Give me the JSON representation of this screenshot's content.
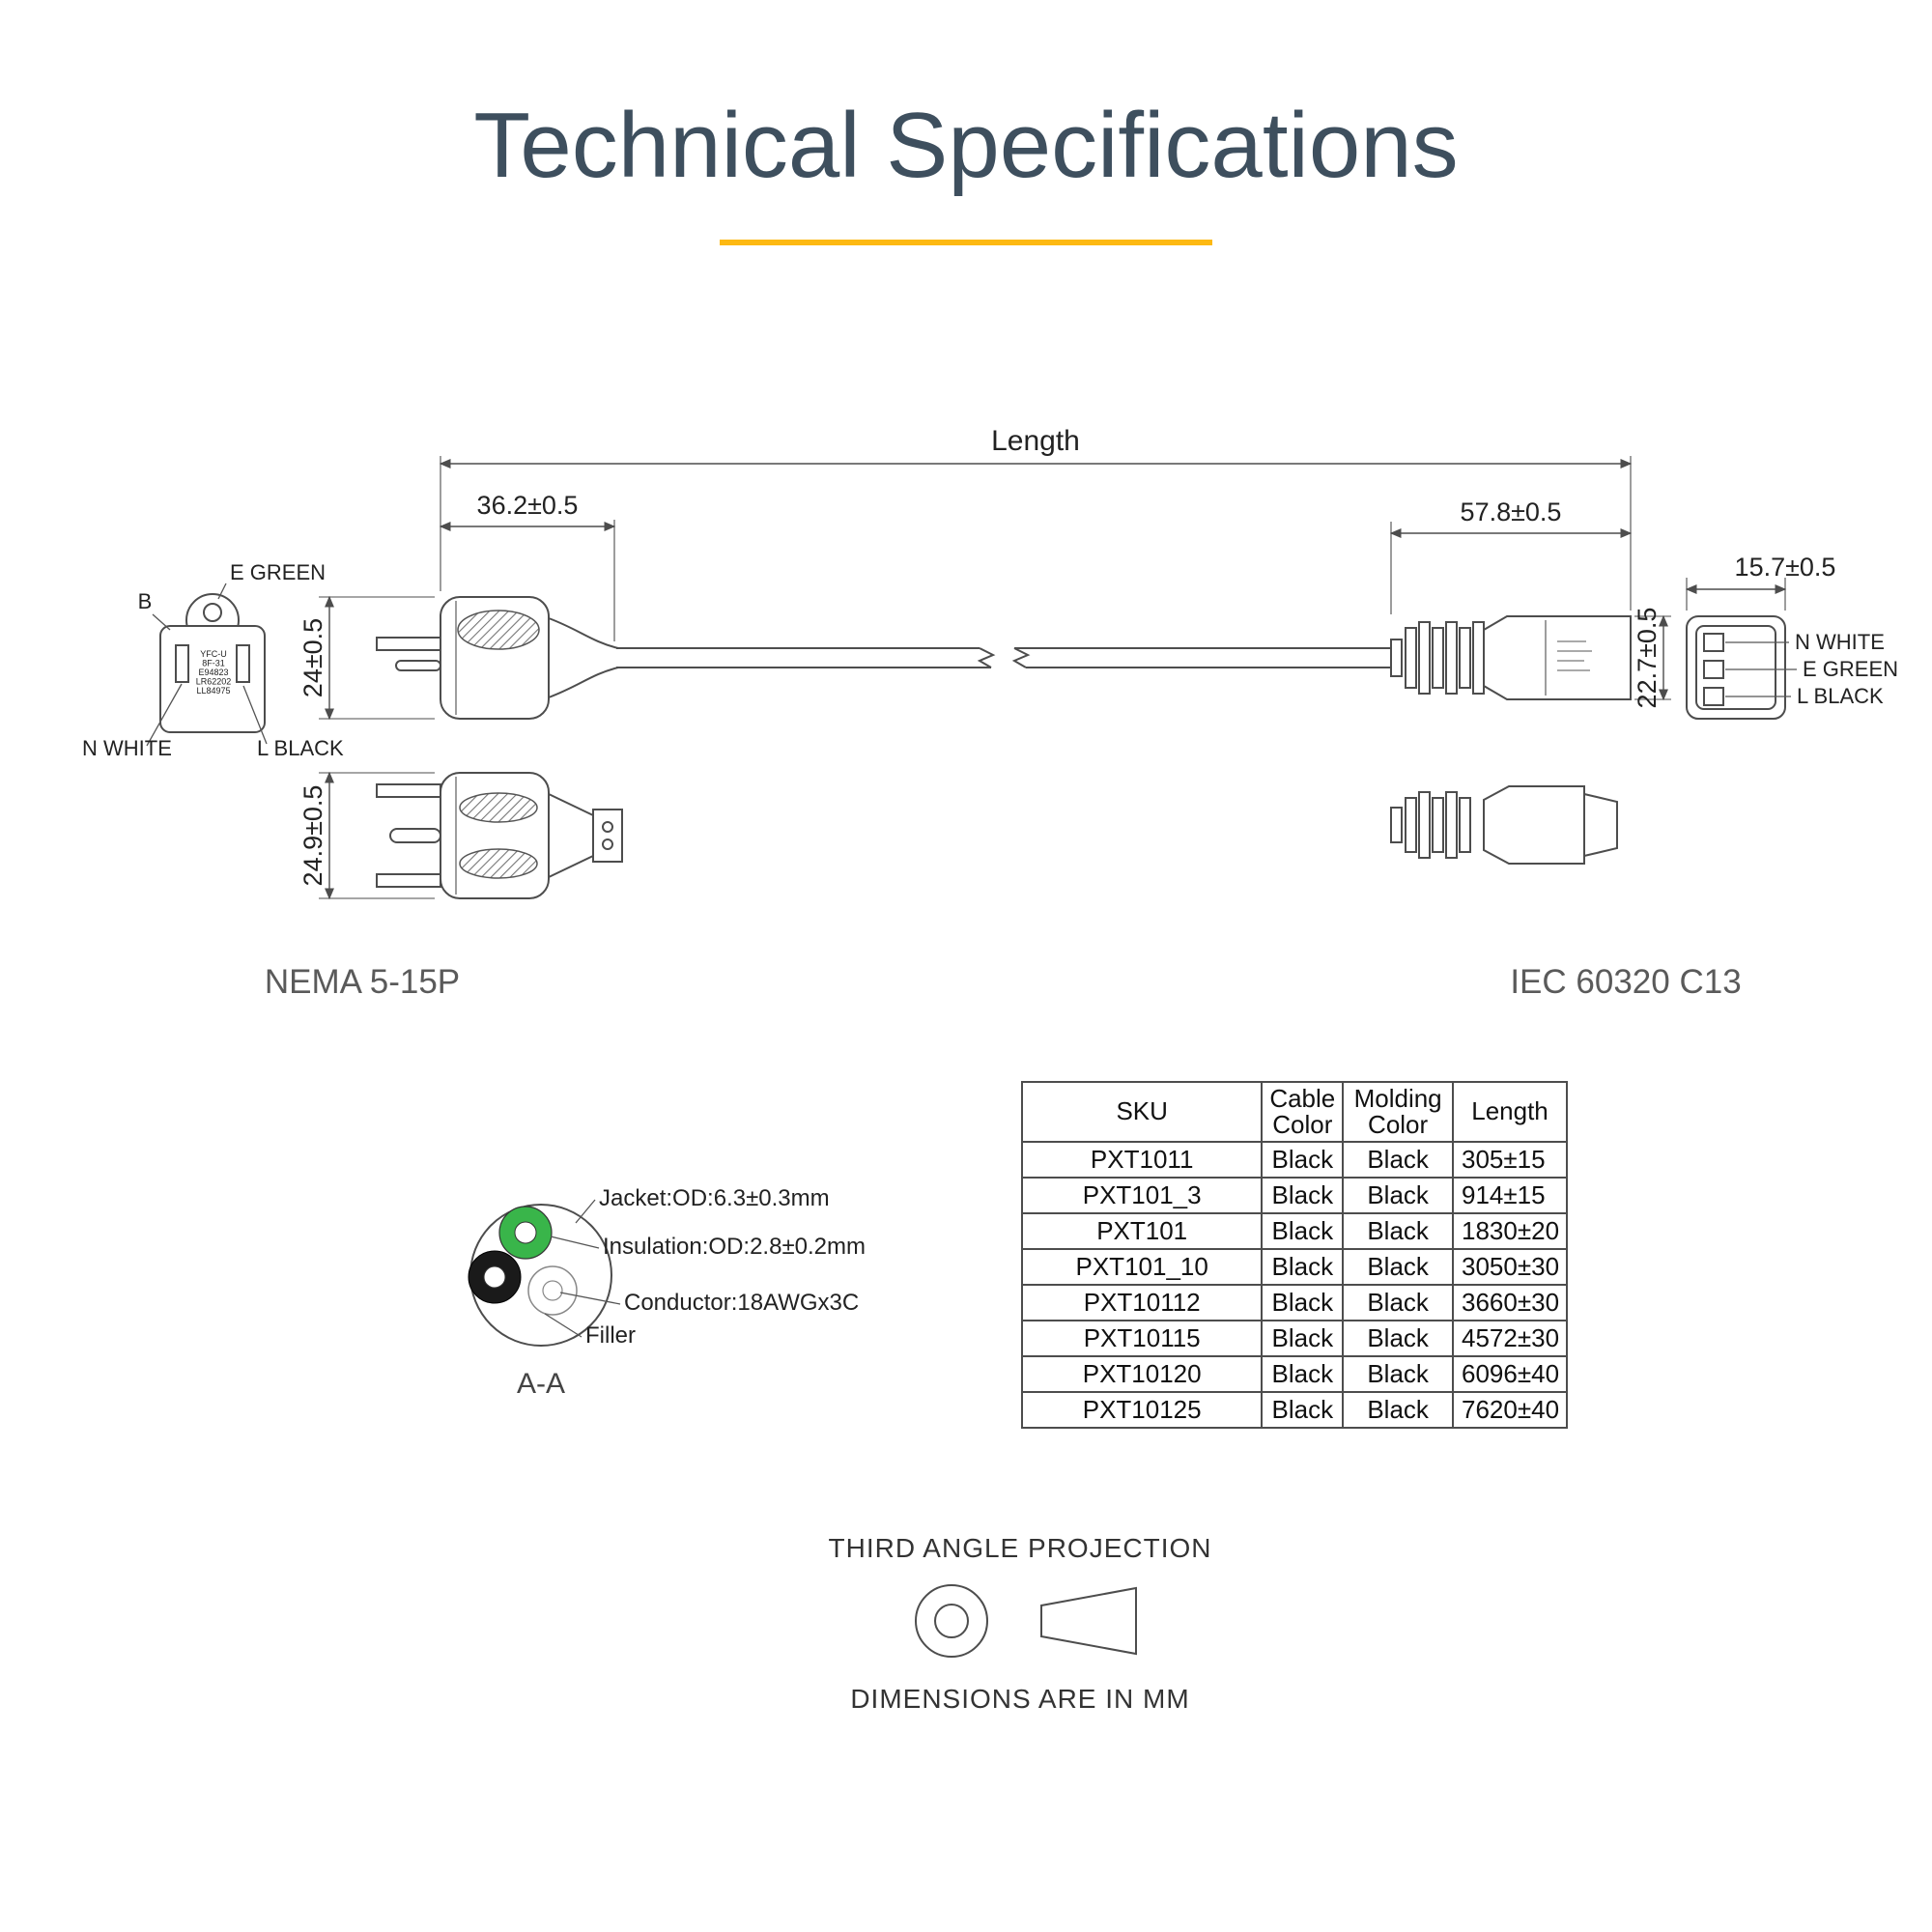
{
  "page": {
    "title": "Technical Specifications"
  },
  "diagram": {
    "length_label": "Length",
    "dims": {
      "plug_length": "36.2±0.5",
      "plug_height": "24±0.5",
      "plug_depth": "24.9±0.5",
      "c13_length": "57.8±0.5",
      "c13_height": "22.7±0.5",
      "c13_face": "15.7±0.5"
    },
    "nema": {
      "name": "NEMA 5-15P",
      "label_e": "E GREEN",
      "label_b": "B",
      "label_n": "N WHITE",
      "label_l": "L BLACK",
      "marking": [
        "YFC-U",
        "8F-31",
        "E94823",
        "LR62202",
        "LL84975"
      ]
    },
    "iec": {
      "name": "IEC 60320 C13",
      "label_n": "N WHITE",
      "label_e": "E GREEN",
      "label_l": "L BLACK"
    }
  },
  "cross_section": {
    "jacket": "Jacket:OD:6.3±0.3mm",
    "insulation": "Insulation:OD:2.8±0.2mm",
    "conductor": "Conductor:18AWGx3C",
    "filler": "Filler",
    "view_label": "A-A"
  },
  "table": {
    "headers": [
      "SKU",
      "Cable\nColor",
      "Molding\nColor",
      "Length"
    ],
    "rows": [
      [
        "PXT1011",
        "Black",
        "Black",
        "305±15"
      ],
      [
        "PXT101_3",
        "Black",
        "Black",
        "914±15"
      ],
      [
        "PXT101",
        "Black",
        "Black",
        "1830±20"
      ],
      [
        "PXT101_10",
        "Black",
        "Black",
        "3050±30"
      ],
      [
        "PXT10112",
        "Black",
        "Black",
        "3660±30"
      ],
      [
        "PXT10115",
        "Black",
        "Black",
        "4572±30"
      ],
      [
        "PXT10120",
        "Black",
        "Black",
        "6096±40"
      ],
      [
        "PXT10125",
        "Black",
        "Black",
        "7620±40"
      ]
    ]
  },
  "notes": {
    "projection": "THIRD ANGLE PROJECTION",
    "units": "DIMENSIONS ARE IN MM"
  },
  "colors": {
    "accent_yellow": "#fdb913",
    "title_text": "#3e4f5e",
    "drawing_line": "#4d4d4d",
    "wire_green": "#39b54a",
    "wire_black": "#1a1a1a"
  }
}
